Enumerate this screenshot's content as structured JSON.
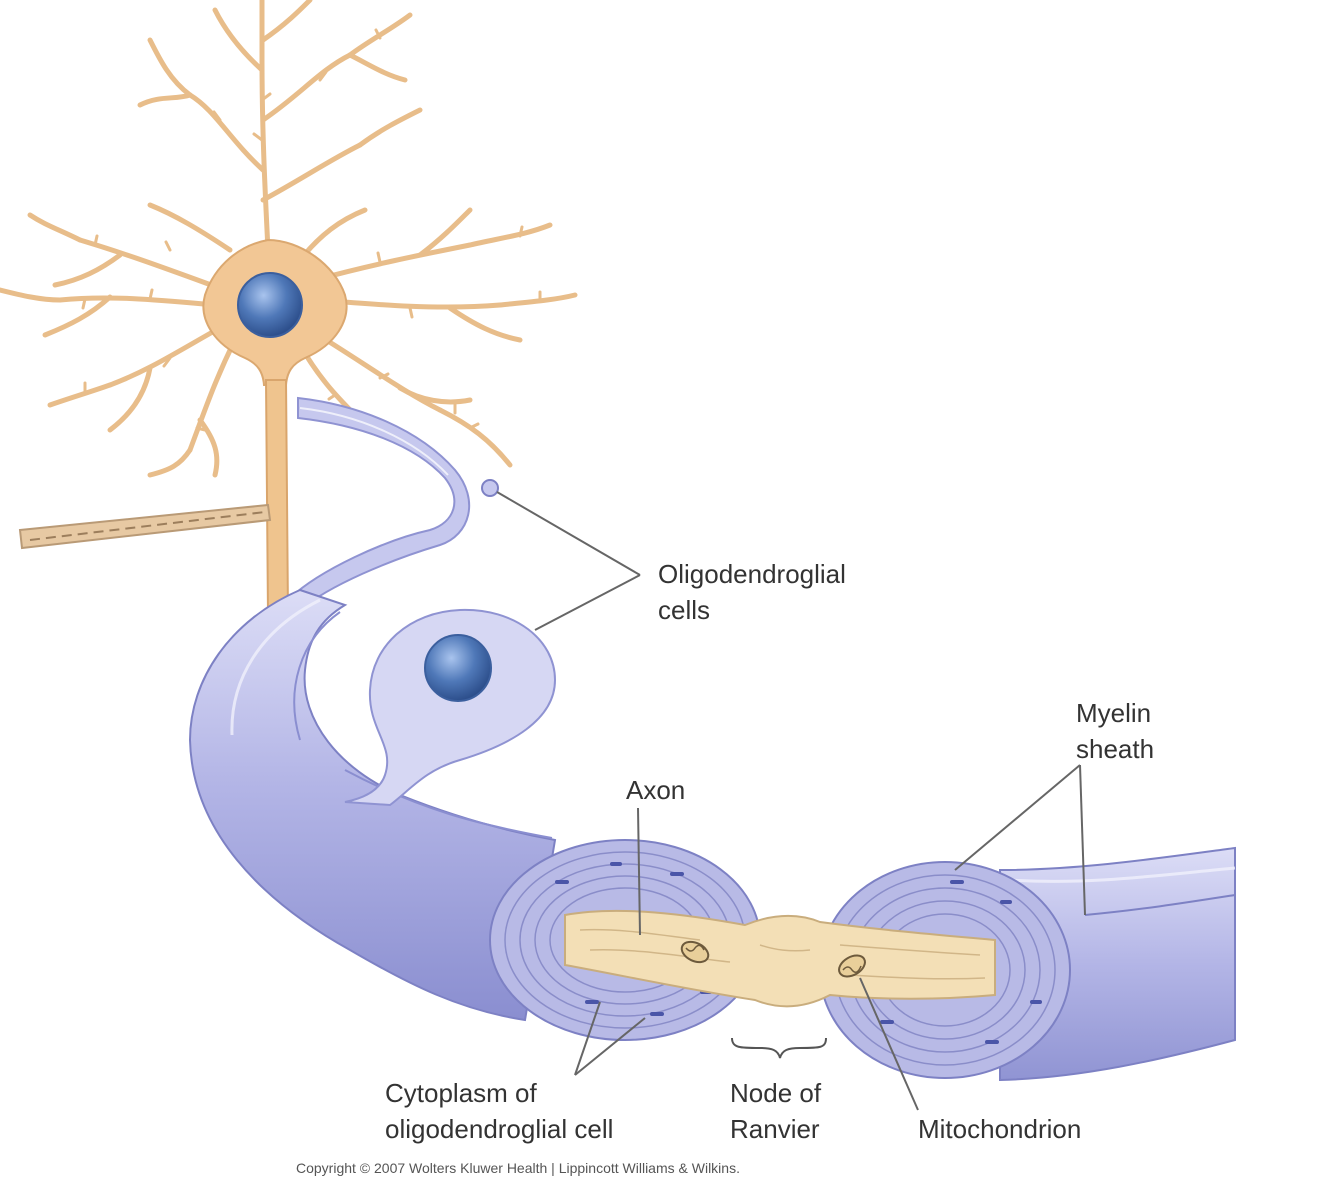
{
  "labels": {
    "oligodendroglial_cells": [
      "Oligodendroglial",
      "cells"
    ],
    "myelin_sheath": [
      "Myelin",
      "sheath"
    ],
    "axon": "Axon",
    "cytoplasm": [
      "Cytoplasm of",
      "oligodendroglial cell"
    ],
    "node_of_ranvier": [
      "Node of",
      "Ranvier"
    ],
    "mitochondrion": "Mitochondrion"
  },
  "copyright": "Copyright © 2007 Wolters Kluwer Health | Lippincott Williams & Wilkins.",
  "colors": {
    "neuron": "#f2c795",
    "neuron_stroke": "#d9a56c",
    "nucleus": "#4f78b8",
    "myelin": "#a8abe0",
    "myelin_light": "#cfd0f0",
    "myelin_dark": "#7d81c4",
    "axon": "#f3dfb6",
    "leader_line": "#666666"
  }
}
